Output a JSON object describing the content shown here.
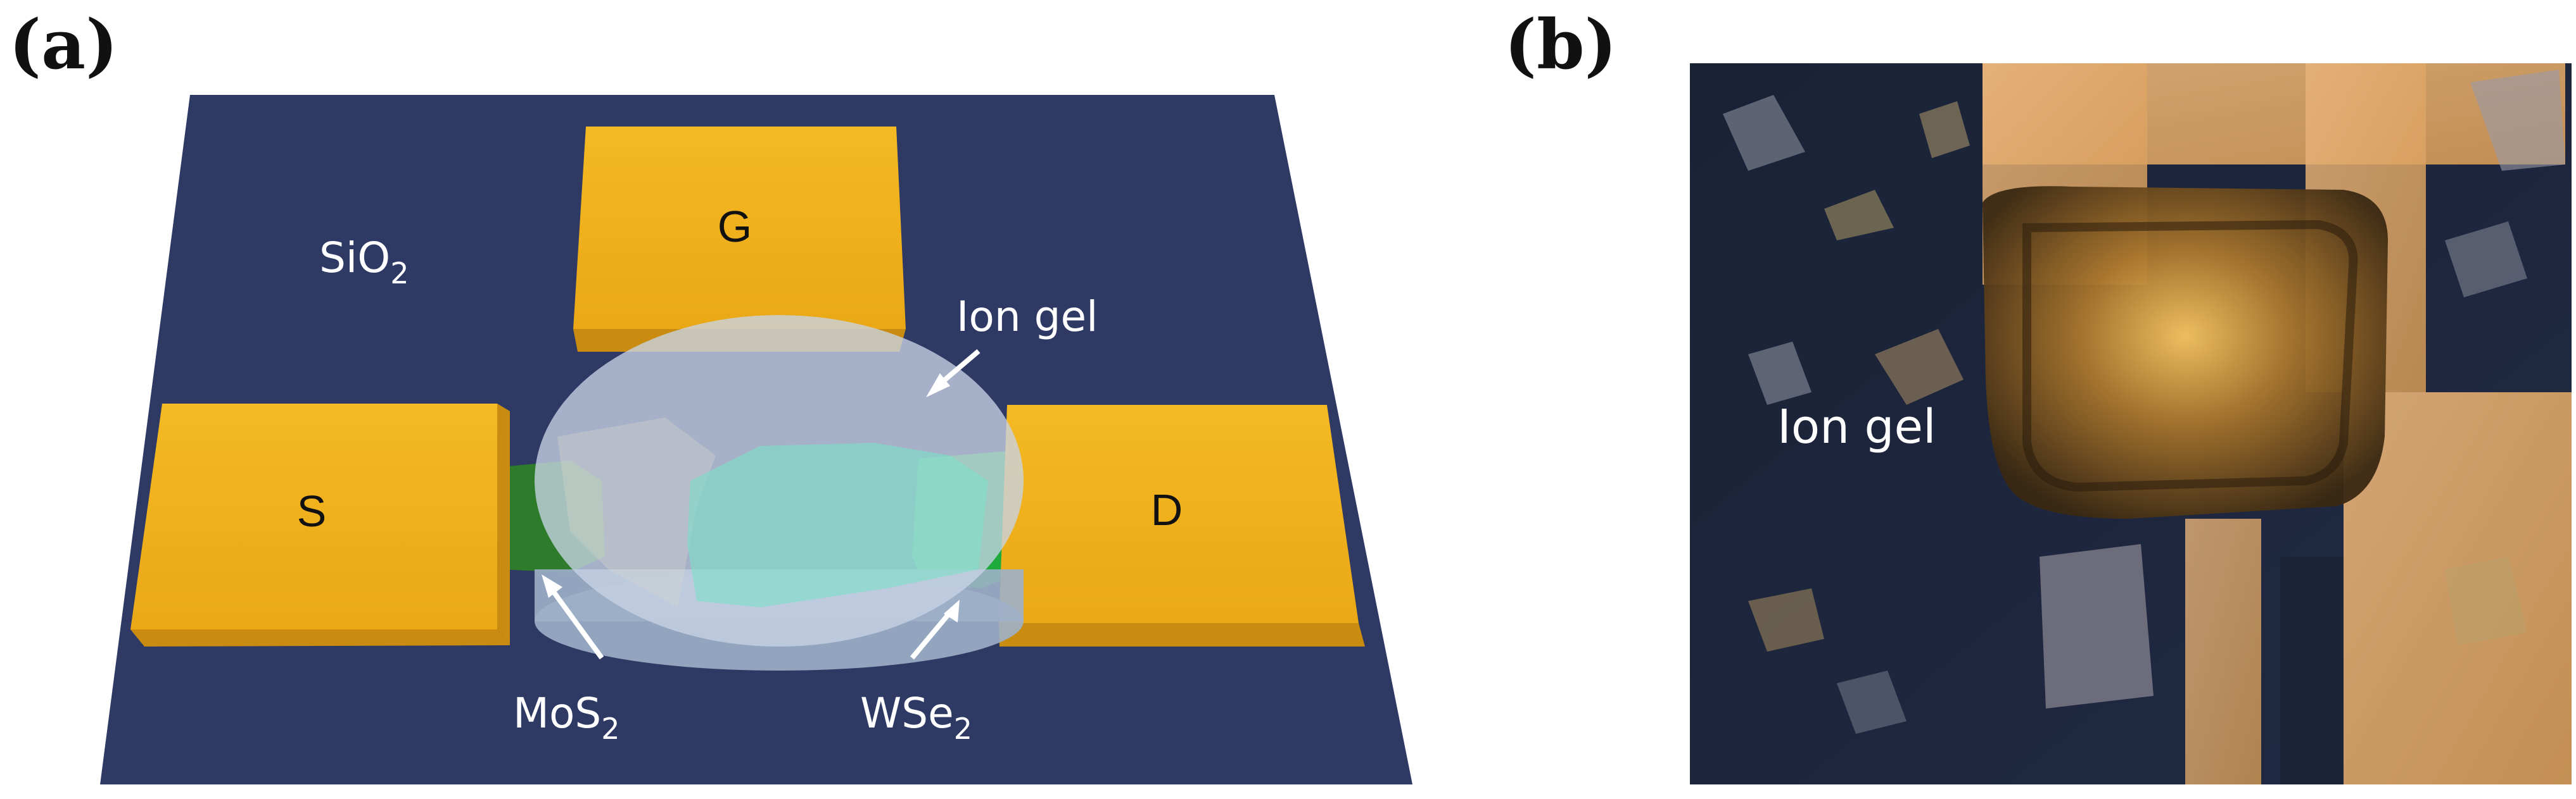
{
  "figure": {
    "panel_a": {
      "label": "(a)",
      "substrate_label": "SiO",
      "substrate_sub": "2",
      "gate_label": "G",
      "source_label": "S",
      "drain_label": "D",
      "ion_gel_label": "Ion gel",
      "mos2_label": "MoS",
      "mos2_sub": "2",
      "wse2_label": "WSe",
      "wse2_sub": "2"
    },
    "panel_b": {
      "label": "(b)",
      "ion_gel_label": "Ion gel"
    }
  },
  "colors": {
    "substrate": "#2e3a64",
    "gold_pad": "#f0b21c",
    "gold_side": "#c98c10",
    "mos2": "#2f7b2c",
    "wse2": "#1faa3c",
    "ion_gel": "#c8d4e6"
  }
}
